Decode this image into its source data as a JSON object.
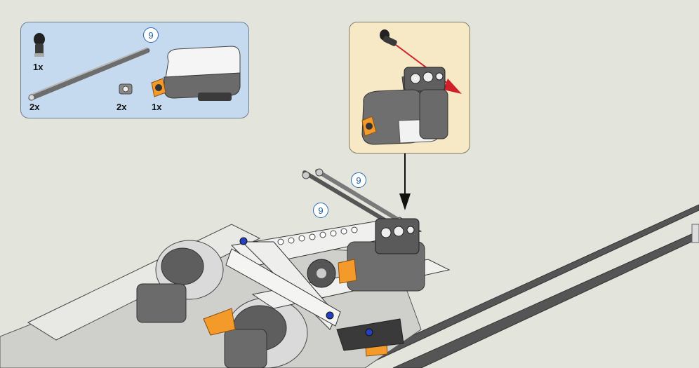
{
  "parts_panel": {
    "step_callout": "9",
    "parts": [
      {
        "name": "black-pin",
        "quantity": "1x"
      },
      {
        "name": "grey-axle",
        "quantity": "2x"
      },
      {
        "name": "grey-bush",
        "quantity": "2x"
      },
      {
        "name": "ultrasonic-sensor",
        "quantity": "1x"
      }
    ]
  },
  "main_model": {
    "callouts": [
      "9",
      "9"
    ]
  },
  "colors": {
    "parts_panel_bg": "#c5d9ef",
    "sub_panel_bg": "#f7e9c6",
    "background": "#e3e4dc",
    "accent_orange": "#f39a2b",
    "arrow_red": "#d0202a"
  }
}
